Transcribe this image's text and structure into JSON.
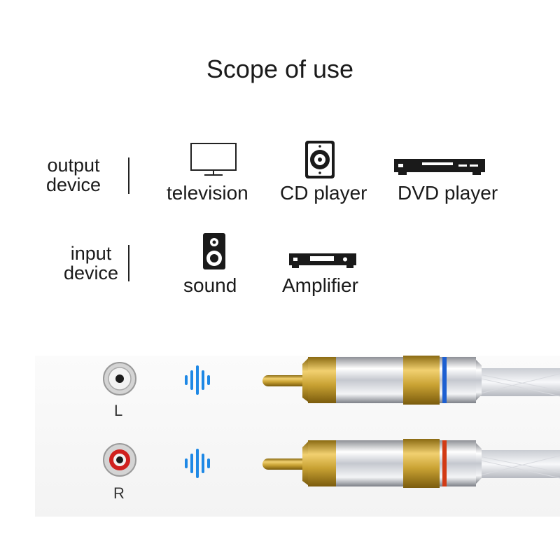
{
  "title": "Scope of use",
  "output_label": [
    "output",
    "device"
  ],
  "input_label": [
    "input",
    "device"
  ],
  "output_devices": [
    {
      "label": "television",
      "icon": "tv-icon"
    },
    {
      "label": "CD player",
      "icon": "cd-player-icon"
    },
    {
      "label": "DVD player",
      "icon": "dvd-player-icon"
    }
  ],
  "input_devices": [
    {
      "label": "sound",
      "icon": "speaker-icon"
    },
    {
      "label": "Amplifier",
      "icon": "amplifier-icon"
    }
  ],
  "channels": [
    {
      "label": "L",
      "jack_color": "#1c1c1c",
      "band_color": "#1d5fd1"
    },
    {
      "label": "R",
      "jack_color": "#d0201e",
      "band_color": "#d23a14"
    }
  ],
  "colors": {
    "sound_wave": "#1e88e5",
    "gold": "#c9a233",
    "chrome": "#d9dbe0"
  }
}
